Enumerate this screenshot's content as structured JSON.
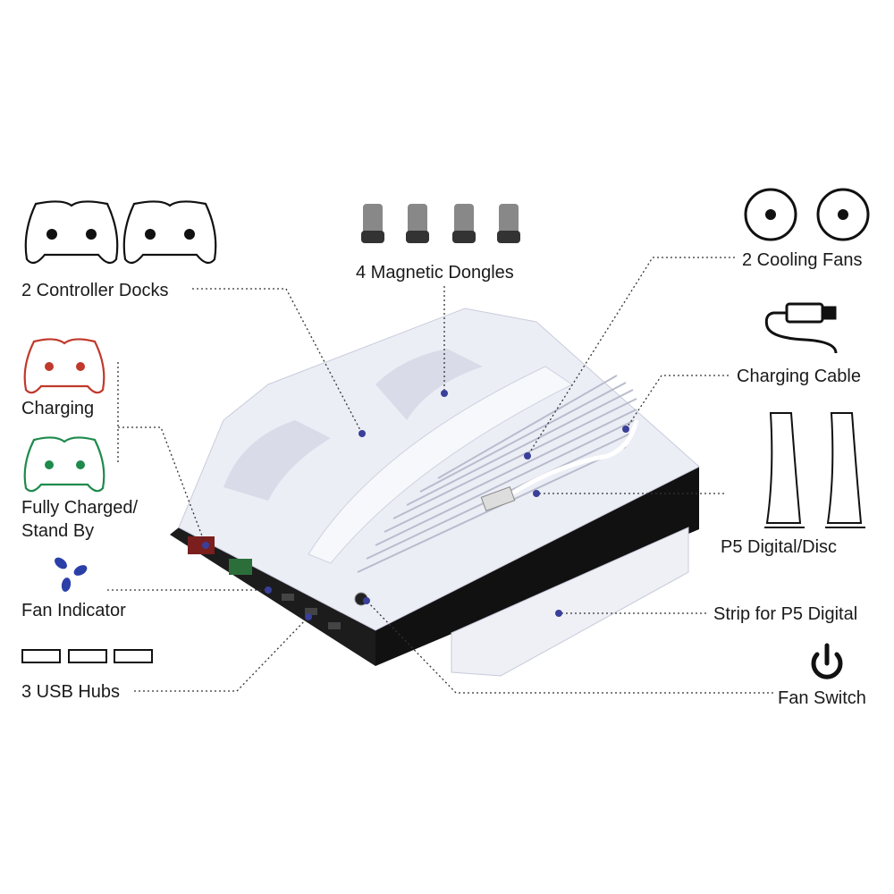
{
  "labels": {
    "controller_docks": "2 Controller Docks",
    "magnetic_dongles": "4 Magnetic Dongles",
    "cooling_fans": "2 Cooling Fans",
    "charging_cable": "Charging Cable",
    "charging": "Charging",
    "fully_charged_1": "Fully Charged/",
    "fully_charged_2": "Stand By",
    "console_type": "P5 Digital/Disc",
    "fan_indicator": "Fan Indicator",
    "strip": "Strip for P5 Digital",
    "usb_hubs": "3 USB Hubs",
    "fan_switch": "Fan Switch"
  },
  "colors": {
    "charging": "#c0392b",
    "fully_charged": "#1e8a4c",
    "fan_indicator": "#2b3fa8",
    "leader_dot": "#3a3f9a"
  }
}
